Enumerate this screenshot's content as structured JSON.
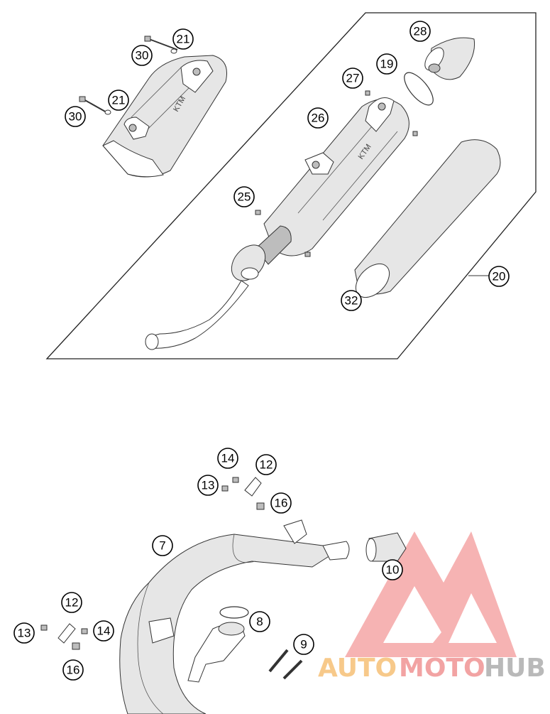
{
  "diagram": {
    "callouts": {
      "c21_top": "21",
      "c30_top": "30",
      "c21_mid": "21",
      "c30_mid": "30",
      "c28": "28",
      "c19": "19",
      "c27": "27",
      "c26": "26",
      "c25": "25",
      "c20": "20",
      "c32": "32",
      "c14_top": "14",
      "c12_top": "12",
      "c13_top": "13",
      "c16_top": "16",
      "c7": "7",
      "c10": "10",
      "c8": "8",
      "c9": "9",
      "c12_low": "12",
      "c13_low": "13",
      "c14_low": "14",
      "c16_low": "16"
    },
    "stamp_text": "KTM"
  },
  "watermark": {
    "word_part1": "AUTO",
    "word_part2": "MOTO",
    "word_part3": "HUB",
    "color_part1": "#f7c98a",
    "color_part2": "#f2a3a3",
    "color_part3": "#b9b9b9",
    "logo_color": "#f4a6a6"
  }
}
